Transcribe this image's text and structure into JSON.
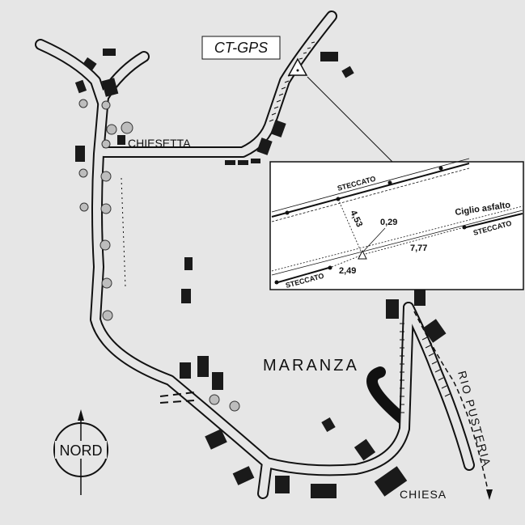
{
  "map": {
    "station_label": "CT-GPS",
    "place_names": {
      "town": "MARANZA",
      "chapel": "CHIESETTA",
      "church": "CHIESA",
      "river": "RIO PUSTERIA"
    },
    "compass": {
      "label": "NORD"
    },
    "inset": {
      "fence_labels": [
        "STECCATO",
        "STECCATO",
        "STECCATO"
      ],
      "edge_label": "Ciglio asfalto",
      "distances": [
        "4,53",
        "0,29",
        "7,77",
        "2,49"
      ]
    }
  },
  "colors": {
    "background": "#e6e6e6",
    "ink": "#111111",
    "road_fill": "#e6e6e6",
    "building": "#1a1a1a",
    "tree": "#bdbdbd"
  }
}
